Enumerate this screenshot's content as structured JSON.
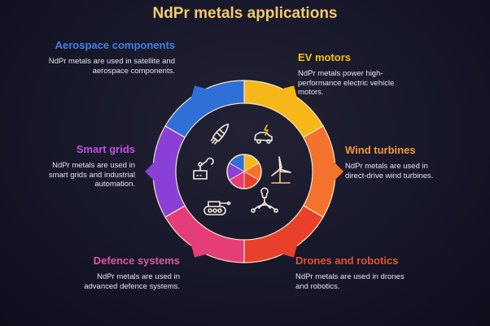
{
  "title": "NdPr metals applications",
  "applications": [
    {
      "key": "ev",
      "title": "EV motors",
      "desc": "NdPr metals power high-performance electric vehicle motors.",
      "color": "#f6b818",
      "icon": "electric-car-icon"
    },
    {
      "key": "wind",
      "title": "Wind turbines",
      "desc": "NdPr metals are used in direct-drive wind turbines.",
      "color": "#f4732c",
      "icon": "wind-turbine-icon"
    },
    {
      "key": "drones",
      "title": "Drones and robotics",
      "desc": "NdPr metals are used in drones and robotics.",
      "color": "#e8402a",
      "icon": "drone-icon"
    },
    {
      "key": "defence",
      "title": "Defence systems",
      "desc": "NdPr metals are used in advanced defence systems.",
      "color": "#e43d78",
      "icon": "tank-icon"
    },
    {
      "key": "grids",
      "title": "Smart grids",
      "desc": "NdPr metals are used in smart grids and industrial automation.",
      "color": "#8a3fd6",
      "icon": "robotic-arm-icon"
    },
    {
      "key": "aero",
      "title": "Aerospace components",
      "desc": "NdPr metals are used in satellite and aerospace components.",
      "color": "#2f6fd8",
      "icon": "rocket-icon"
    }
  ]
}
